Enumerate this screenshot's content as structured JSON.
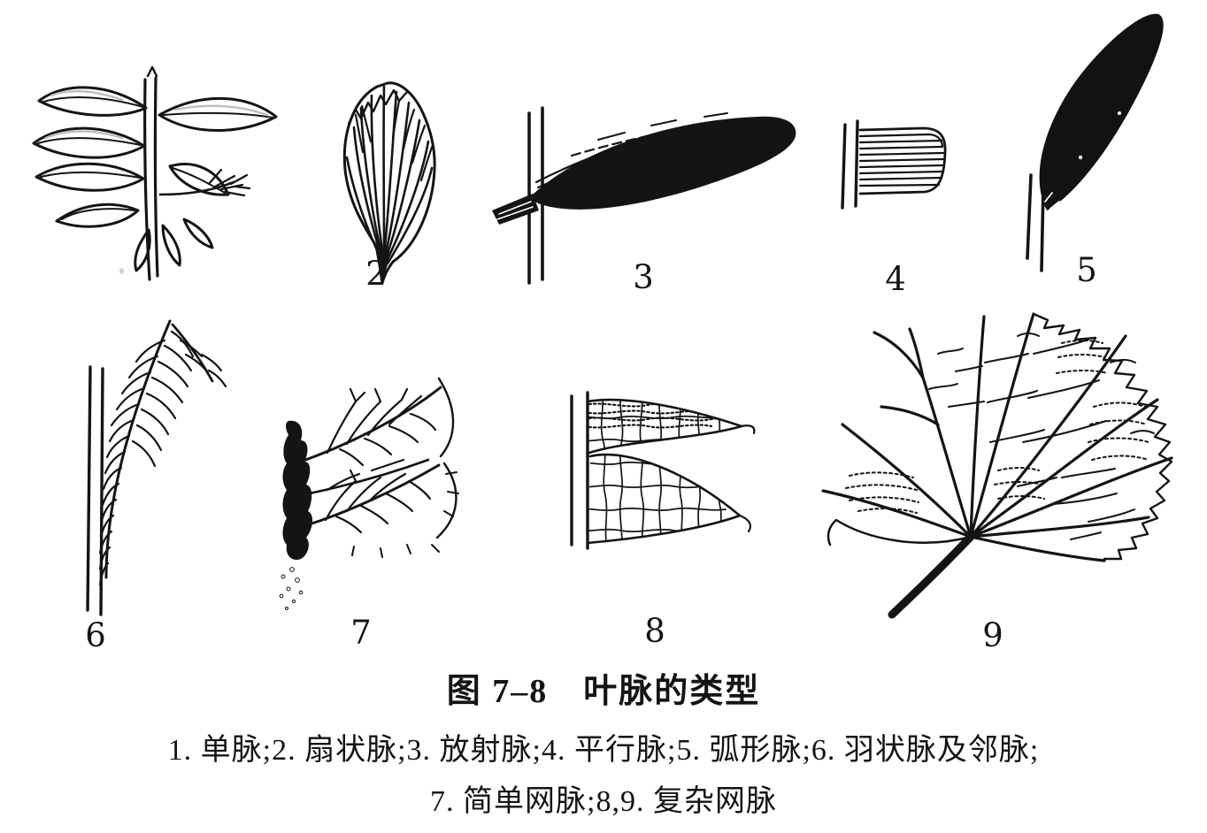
{
  "figure": {
    "title": "图 7–8　叶脉的类型",
    "caption_line_1": "1. 单脉;2. 扇状脉;3. 放射脉;4. 平行脉;5. 弧形脉;6. 羽状脉及邻脉;",
    "caption_line_2": "7. 简单网脉;8,9. 复杂网脉"
  },
  "panel_labels": {
    "p2": "2",
    "p3": "3",
    "p4": "4",
    "p5": "5",
    "p6": "6",
    "p7": "7",
    "p8": "8",
    "p9": "9"
  },
  "colors": {
    "ink": "#141414",
    "paper": "#ffffff"
  }
}
